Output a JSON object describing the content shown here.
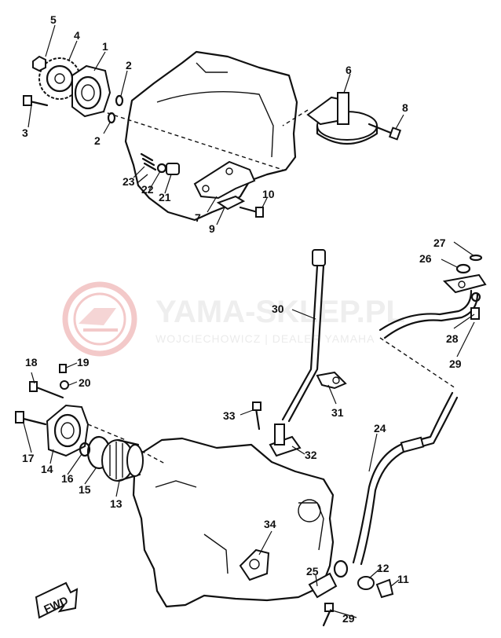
{
  "watermark": {
    "brand": "YAMA-SKLEP.PL",
    "subtitle": "WOJCIECHOWICZ | DEALER YAMAHA",
    "logo_color": "#f3c9c9"
  },
  "front_marker": {
    "label": "FWD"
  },
  "callouts": [
    {
      "id": "c1",
      "text": "1"
    },
    {
      "id": "c2a",
      "text": "2"
    },
    {
      "id": "c2b",
      "text": "2"
    },
    {
      "id": "c3",
      "text": "3"
    },
    {
      "id": "c4",
      "text": "4"
    },
    {
      "id": "c5",
      "text": "5"
    },
    {
      "id": "c6",
      "text": "6"
    },
    {
      "id": "c7",
      "text": "7"
    },
    {
      "id": "c8",
      "text": "8"
    },
    {
      "id": "c9",
      "text": "9"
    },
    {
      "id": "c10",
      "text": "10"
    },
    {
      "id": "c11",
      "text": "11"
    },
    {
      "id": "c12",
      "text": "12"
    },
    {
      "id": "c13",
      "text": "13"
    },
    {
      "id": "c14",
      "text": "14"
    },
    {
      "id": "c15",
      "text": "15"
    },
    {
      "id": "c16",
      "text": "16"
    },
    {
      "id": "c17",
      "text": "17"
    },
    {
      "id": "c18",
      "text": "18"
    },
    {
      "id": "c19",
      "text": "19"
    },
    {
      "id": "c20",
      "text": "20"
    },
    {
      "id": "c21",
      "text": "21"
    },
    {
      "id": "c22",
      "text": "22"
    },
    {
      "id": "c23",
      "text": "23"
    },
    {
      "id": "c24",
      "text": "24"
    },
    {
      "id": "c25",
      "text": "25"
    },
    {
      "id": "c26",
      "text": "26"
    },
    {
      "id": "c27",
      "text": "27"
    },
    {
      "id": "c28",
      "text": "28"
    },
    {
      "id": "c29a",
      "text": "29"
    },
    {
      "id": "c29b",
      "text": "29"
    },
    {
      "id": "c30",
      "text": "30"
    },
    {
      "id": "c31",
      "text": "31"
    },
    {
      "id": "c32",
      "text": "32"
    },
    {
      "id": "c33",
      "text": "33"
    },
    {
      "id": "c34",
      "text": "34"
    }
  ]
}
